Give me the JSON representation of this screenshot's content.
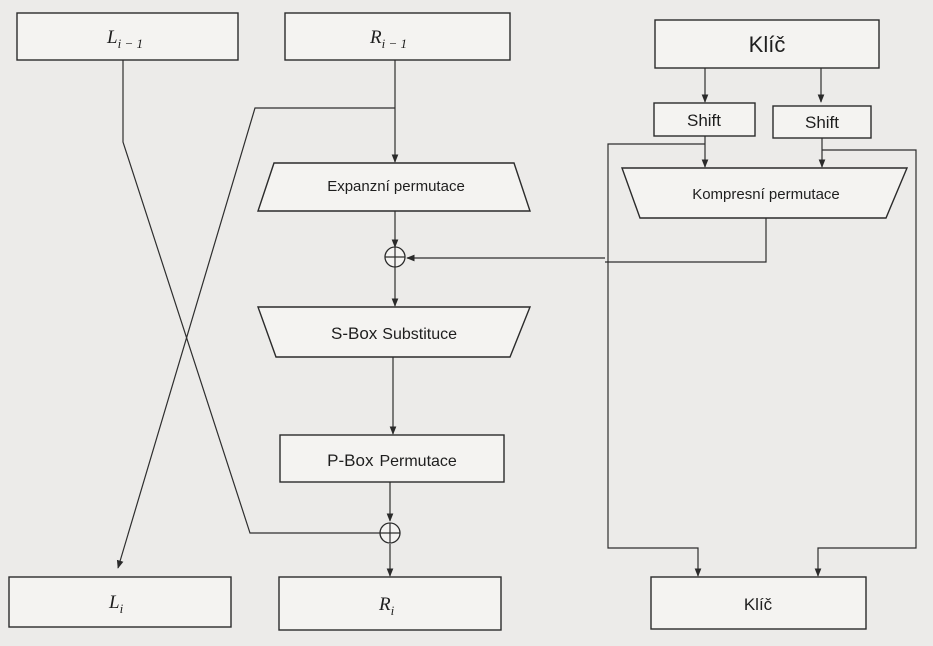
{
  "left_input": {
    "symbol": "L",
    "subscript": "i − 1"
  },
  "right_input": {
    "symbol": "R",
    "subscript": "i − 1"
  },
  "key_input": {
    "label": "Klíč"
  },
  "shift_left": {
    "label": "Shift"
  },
  "shift_right": {
    "label": "Shift"
  },
  "expansion": {
    "label": "Expanzní permutace"
  },
  "compression": {
    "label": "Kompresní permutace"
  },
  "sbox": {
    "prefix": "S-Box",
    "label": "Substituce"
  },
  "pbox": {
    "prefix": "P-Box",
    "label": "Permutace"
  },
  "left_output": {
    "symbol": "L",
    "subscript": "i"
  },
  "right_output": {
    "symbol": "R",
    "subscript": "i"
  },
  "key_output": {
    "label": "Klíč"
  }
}
